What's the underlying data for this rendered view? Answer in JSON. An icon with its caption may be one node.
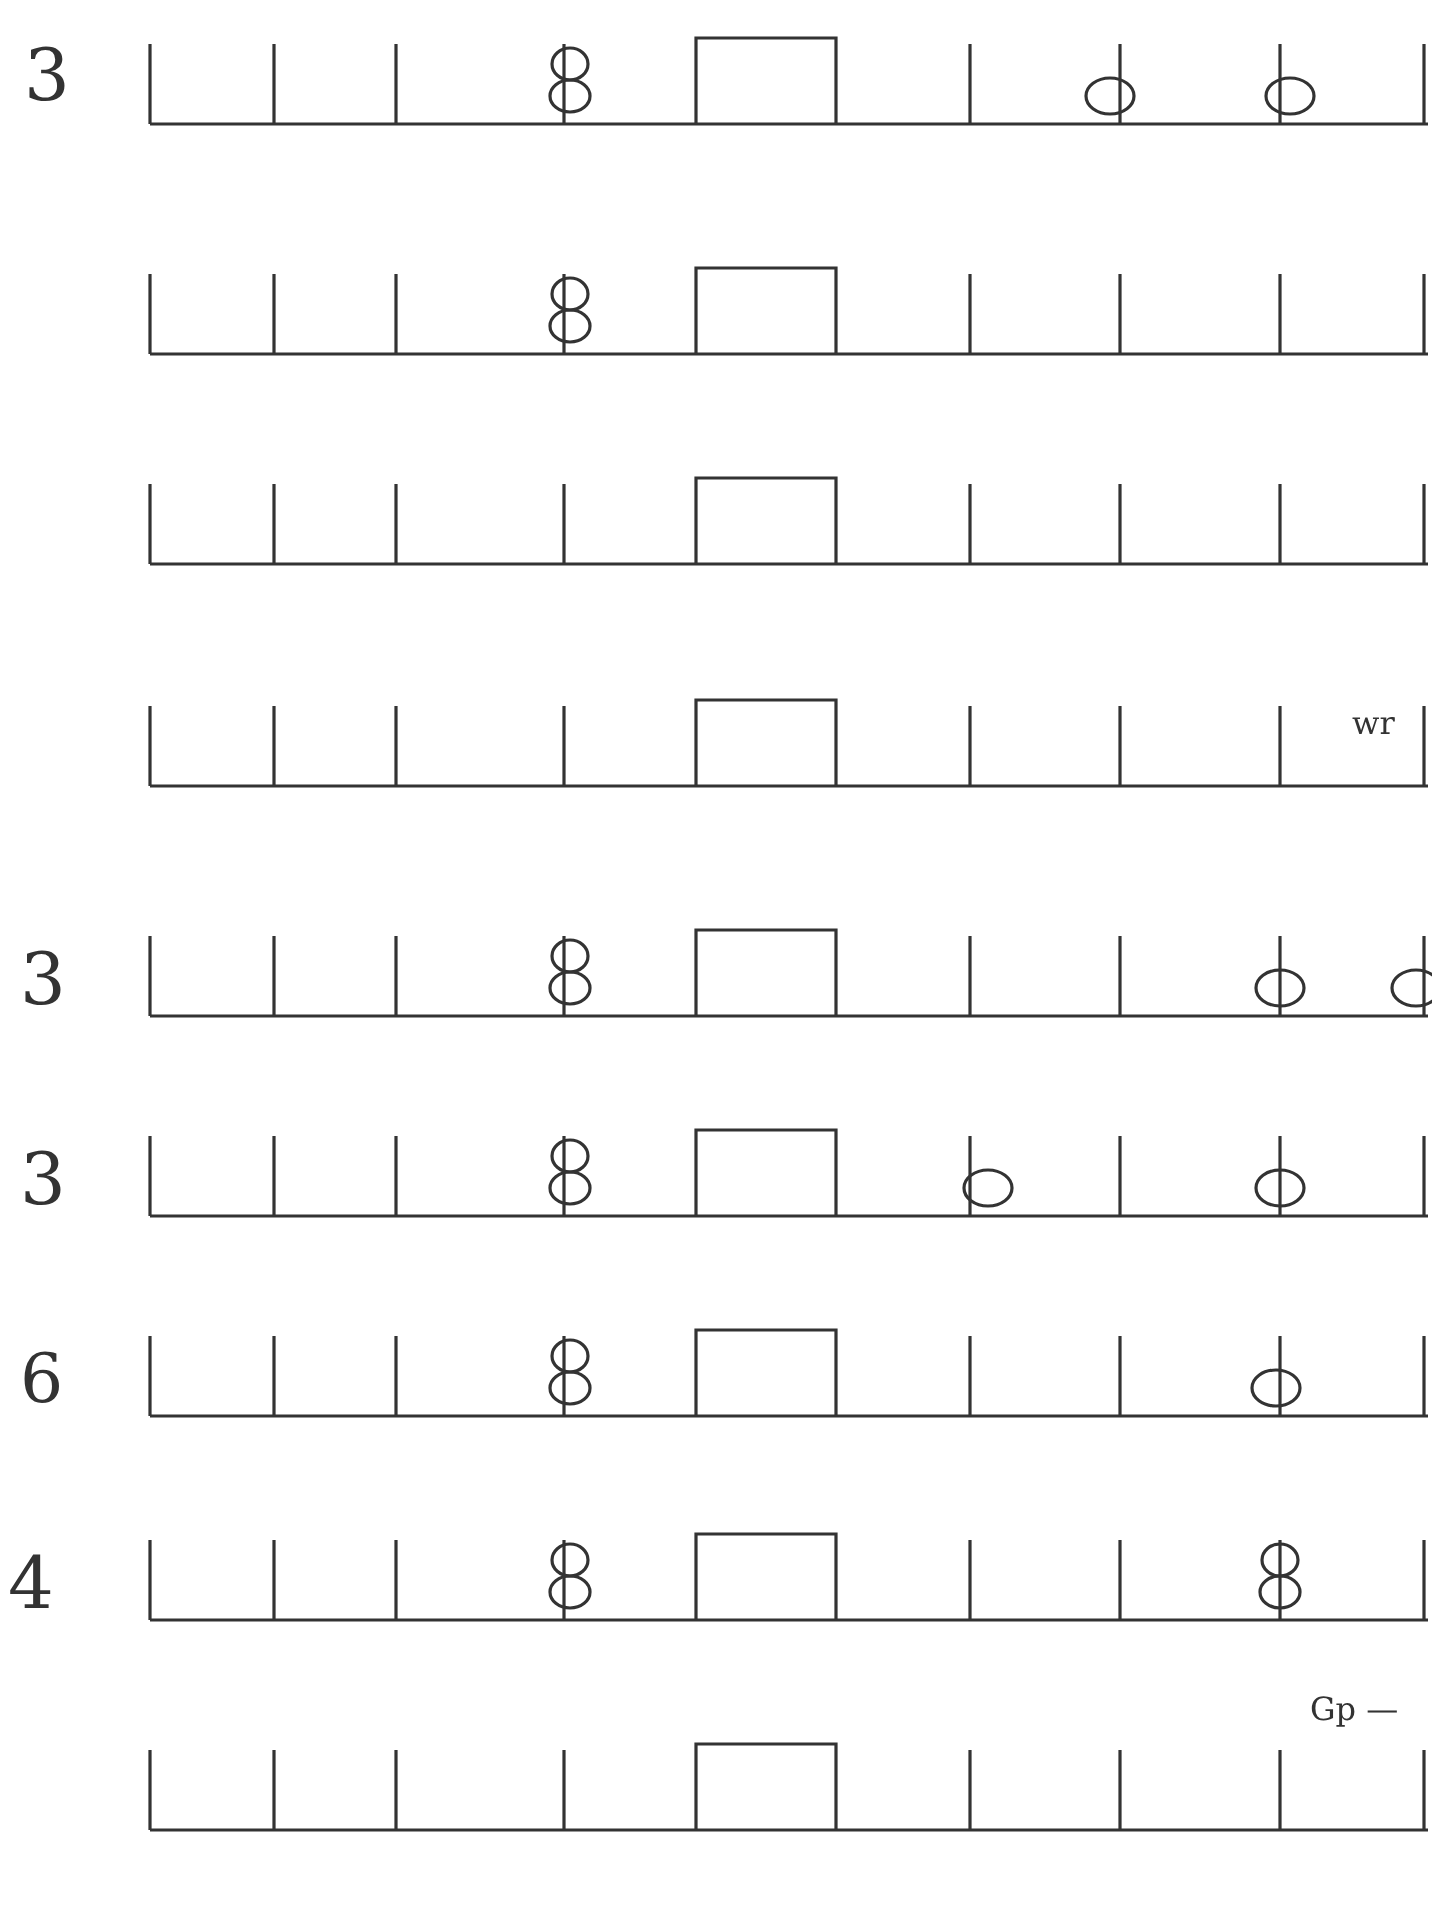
{
  "diagram": {
    "labels": [
      "3",
      "wr",
      "3",
      "3",
      "6",
      "4",
      "Gp —"
    ]
  }
}
